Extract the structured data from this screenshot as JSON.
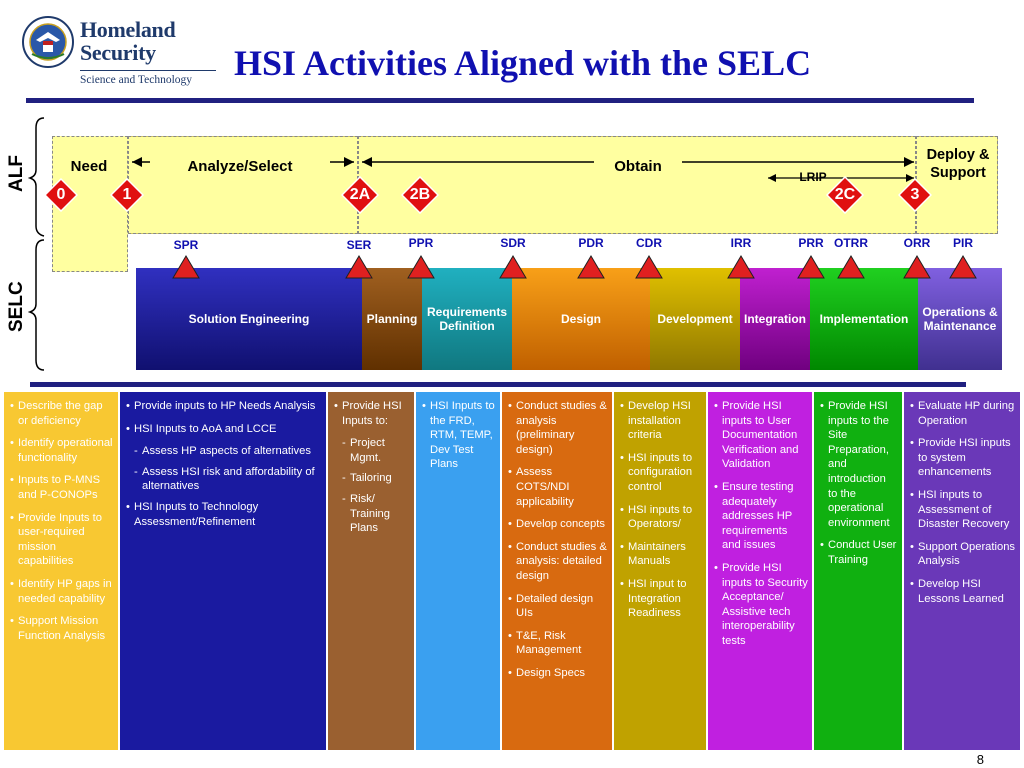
{
  "header": {
    "logo_line1": "Homeland",
    "logo_line2": "Security",
    "logo_line3": "Science and Technology",
    "title": "HSI Activities Aligned with the SELC"
  },
  "diagram": {
    "alf_label": "ALF",
    "selc_label": "SELC",
    "alf_phases": {
      "need": "Need",
      "analyze": "Analyze/Select",
      "obtain": "Obtain",
      "deploy": "Deploy & Support",
      "lrip": "LRIP"
    },
    "milestones": [
      "0",
      "1",
      "2A",
      "2B",
      "2C",
      "3"
    ],
    "reviews": [
      "SPR",
      "SER",
      "PPR",
      "SDR",
      "PDR",
      "CDR",
      "IRR",
      "PRR",
      "OTRR",
      "ORR",
      "PIR"
    ],
    "phases": [
      {
        "label": "Solution Engineering",
        "color": "#2a2ab0"
      },
      {
        "label": "Planning",
        "color": "#8a4a10"
      },
      {
        "label": "Requirements Definition",
        "color": "#1a9aa8"
      },
      {
        "label": "Design",
        "color": "#f09a10"
      },
      {
        "label": "Development",
        "color": "#c8a800"
      },
      {
        "label": "Integration",
        "color": "#b010c0"
      },
      {
        "label": "Implementation",
        "color": "#10c010"
      },
      {
        "label": "Operations & Maintenance",
        "color": "#7050c8"
      }
    ],
    "colors": {
      "alf_fill": "#ffffa0",
      "milestone_red": "#e01010",
      "review_red": "#e02020",
      "review_text": "#1010b0"
    }
  },
  "columns": [
    {
      "bg": "#f8c832",
      "color": "#ffffff",
      "items": [
        {
          "t": "Describe the gap or deficiency"
        },
        {
          "t": "Identify operational functionality"
        },
        {
          "t": "Inputs to P-MNS and P-CONOPs"
        },
        {
          "t": "Provide Inputs to user-required mission capabilities"
        },
        {
          "t": "Identify HP gaps in needed capability"
        },
        {
          "t": "Support Mission Function Analysis"
        }
      ]
    },
    {
      "bg": "#1a1aa0",
      "color": "#ffffff",
      "items": [
        {
          "t": "Provide inputs to HP Needs Analysis"
        },
        {
          "t": "HSI Inputs to AoA and LCCE"
        },
        {
          "t": "Assess HP aspects of alternatives",
          "sub": true
        },
        {
          "t": "Assess HSI risk and affordability of alternatives",
          "sub": true
        },
        {
          "t": "HSI Inputs to Technology Assessment/Refinement"
        }
      ]
    },
    {
      "bg": "#9a6030",
      "color": "#ffffff",
      "items": [
        {
          "t": "Provide HSI Inputs to:"
        },
        {
          "t": "Project Mgmt.",
          "sub": true
        },
        {
          "t": "Tailoring",
          "sub": true
        },
        {
          "t": "Risk/ Training Plans",
          "sub": true
        }
      ]
    },
    {
      "bg": "#3aa0f0",
      "color": "#ffffff",
      "items": [
        {
          "t": "HSI Inputs to the FRD, RTM, TEMP, Dev Test Plans"
        }
      ]
    },
    {
      "bg": "#d86a10",
      "color": "#ffffff",
      "items": [
        {
          "t": "Conduct studies & analysis (preliminary design)"
        },
        {
          "t": "Assess COTS/NDI applicability"
        },
        {
          "t": "Develop concepts"
        },
        {
          "t": "Conduct studies & analysis: detailed design"
        },
        {
          "t": "Detailed design UIs"
        },
        {
          "t": "T&E, Risk Management"
        },
        {
          "t": "Design Specs"
        }
      ]
    },
    {
      "bg": "#c0a200",
      "color": "#ffffff",
      "items": [
        {
          "t": "Develop HSI installation criteria"
        },
        {
          "t": "HSI inputs to configuration control"
        },
        {
          "t": "HSI inputs to Operators/"
        },
        {
          "t": "Maintainers Manuals"
        },
        {
          "t": "HSI input to Integration Readiness"
        }
      ]
    },
    {
      "bg": "#c020e0",
      "color": "#ffffff",
      "items": [
        {
          "t": "Provide HSI inputs to User Documentation Verification and Validation"
        },
        {
          "t": "Ensure testing adequately addresses HP requirements and issues"
        },
        {
          "t": "Provide HSI inputs to Security Acceptance/ Assistive tech interoperability tests"
        }
      ]
    },
    {
      "bg": "#10b010",
      "color": "#ffffff",
      "items": [
        {
          "t": "Provide HSI inputs to the Site Preparation, and introduction to the operational environment"
        },
        {
          "t": "Conduct User Training"
        }
      ]
    },
    {
      "bg": "#6a38b8",
      "color": "#ffffff",
      "items": [
        {
          "t": "Evaluate HP during Operation"
        },
        {
          "t": "Provide HSI inputs to system enhancements"
        },
        {
          "t": "HSI inputs to Assessment of Disaster Recovery"
        },
        {
          "t": "Support Operations Analysis"
        },
        {
          "t": "Develop HSI Lessons Learned"
        }
      ]
    }
  ],
  "page_number": "8"
}
